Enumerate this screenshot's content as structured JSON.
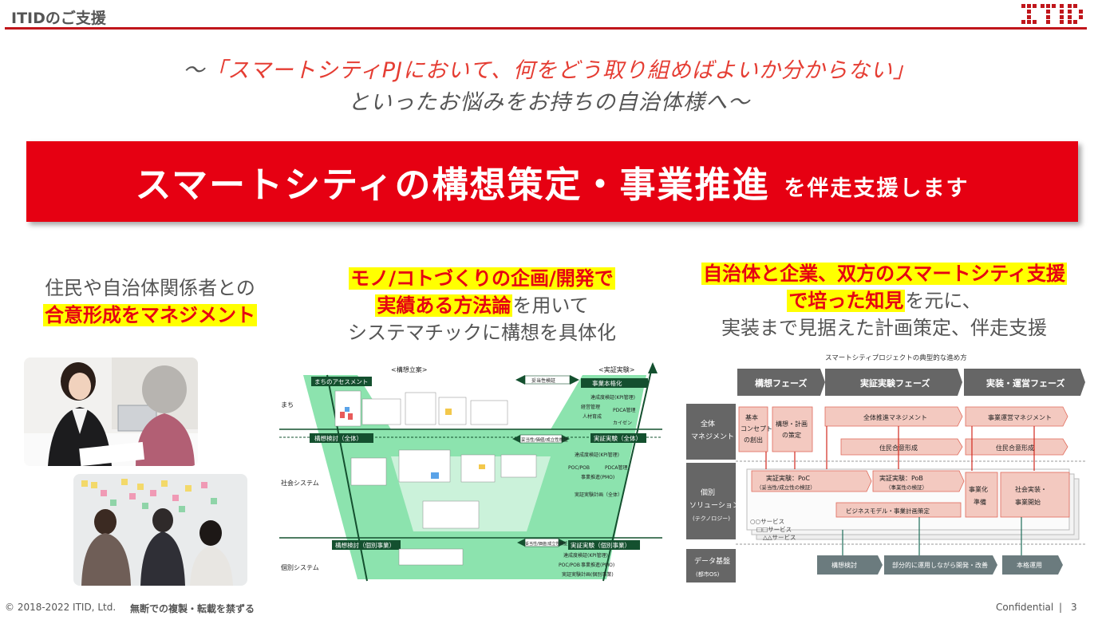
{
  "header": {
    "title": "ITIDのご支援"
  },
  "tagline": {
    "line1_lead": "～",
    "line1_quote": "「スマートシティPJにおいて、何をどう取り組めばよいか分からない」",
    "line2": "といったお悩みをお持ちの自治体様へ～"
  },
  "banner": {
    "main": "スマートシティの構想策定・事業推進",
    "sub": "を伴走支援します"
  },
  "col1": {
    "line1": "住民や自治体関係者との",
    "line2_highlight": "合意形成をマネジメント"
  },
  "col2": {
    "line1_highlight": "モノ/コトづくりの企画/開発で",
    "line2_highlight": "実績ある方法論",
    "line2_rest": "を用いて",
    "line3": "システマチックに構想を具体化"
  },
  "col3": {
    "line1_highlight": "自治体と企業、双方のスマートシティ支援",
    "line2_highlight": "で培った知見",
    "line2_rest": "を元に、",
    "line3": "実装まで見据えた計画策定、伴走支援"
  },
  "vdiagram": {
    "top_left_label": "<構想立案>",
    "top_right_label": "<実証実験>",
    "row_machi": "まち",
    "row_social": "社会システム",
    "row_individual": "個別システム",
    "box_machi_assess": "まちのアセスメント",
    "box_business": "事業本格化",
    "box_study_all": "構想検討（全体）",
    "box_trial_all": "実証実験（全体）",
    "box_study_indiv": "構想検討（個別事業）",
    "box_trial_indiv": "実証実験（個別事業）",
    "arrow_label1": "妥当性検証",
    "arrow_label2": "妥当性/価値/成立性検証",
    "arrow_label3": "妥当性/価値/成立性検証",
    "notes_top": [
      "達成度検証(KPI管理)",
      "経営管理",
      "PDCA管理",
      "人材育成",
      "カイゼン"
    ],
    "notes_mid": [
      "達成度検証(KPI管理)",
      "POC/POB",
      "PDCA管理",
      "事業推進(PMO)",
      "実証実験計画（全体）"
    ],
    "notes_bot": [
      "達成度検証(KPI管理)",
      "POC/POB",
      "事業推進(PMO)",
      "実証実験計画(個別事業)"
    ]
  },
  "process": {
    "title": "スマートシティプロジェクトの典型的な進め方",
    "phase1": "構想フェーズ",
    "phase2": "実証実験フェーズ",
    "phase3": "実装・運営フェーズ",
    "row1a": "全体",
    "row1b": "マネジメント",
    "row2a": "個別",
    "row2b": "ソリューション",
    "row2c": "(テクノロジー)",
    "row3a": "データ基盤",
    "row3b": "(都市OS)",
    "b_concept": [
      "基本",
      "コンセプト",
      "の創出"
    ],
    "b_plan": [
      "構想・計画",
      "の策定"
    ],
    "b_mgmt": "全体推進マネジメント",
    "b_consensus1": "住民合意形成",
    "b_ops": "事業運営マネジメント",
    "b_consensus2": "住民合意形成",
    "b_poc": [
      "実証実験：PoC",
      "（妥当性/成立性の検証）"
    ],
    "b_pob": [
      "実証実験：PoB",
      "（事業性の検証）"
    ],
    "b_model": "ビジネスモデル・事業計画策定",
    "b_prep": [
      "事業化",
      "準備"
    ],
    "b_launch": [
      "社会実装・",
      "事業開始"
    ],
    "svc": [
      "○○サービス",
      "□□サービス",
      "△△サービス"
    ],
    "d_study": "構想検討",
    "d_partial": "部分的に運用しながら開発・改善",
    "d_full": "本格運用"
  },
  "footer": {
    "copyright": "© 2018-2022  ITID, Ltd.",
    "notice": "無断での複製・転載を禁ずる",
    "confidential": "Confidential",
    "sep": "|",
    "page": "3"
  },
  "colors": {
    "brand_red": "#c0161b",
    "banner_red": "#e60012",
    "highlight": "#ffff00",
    "green": "#7fe0a5",
    "dark_green": "#14502f"
  }
}
